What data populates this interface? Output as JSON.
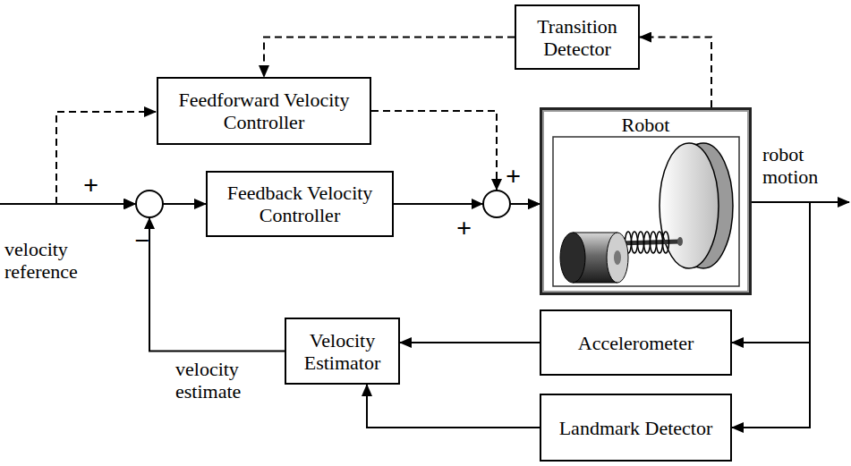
{
  "diagram": {
    "nodes": [
      {
        "text": [
          "Transition Detector"
        ]
      },
      {
        "text": [
          "Feedforward Velocity Controller"
        ]
      },
      {
        "text": [
          "Feedback Velocity Controller"
        ]
      },
      {
        "text": [
          "Robot"
        ]
      },
      {
        "text": [
          "Velocity Estimator"
        ]
      },
      {
        "text": [
          "Accelerometer"
        ]
      },
      {
        "text": [
          "Landmark Detector"
        ]
      }
    ],
    "edges": [
      {
        "from": 0,
        "to": 1,
        "arrow": "to"
      },
      {
        "from": 3,
        "to": 0,
        "arrow": "to"
      },
      {
        "from": 1,
        "to": 3,
        "arrow": "to"
      },
      {
        "from": 2,
        "to": 3,
        "arrow": "to"
      },
      {
        "from": 3,
        "to": 5,
        "arrow": "to"
      },
      {
        "from": 3,
        "to": 6,
        "arrow": "to"
      },
      {
        "from": 4,
        "to": 2,
        "arrow": "to"
      },
      {
        "from": 5,
        "to": 4,
        "arrow": "to"
      },
      {
        "from": 6,
        "to": 4,
        "arrow": "to"
      }
    ],
    "labels": [
      "+",
      "−",
      "+",
      "+",
      "velocity reference",
      "robot motion",
      "velocity estimate"
    ]
  }
}
